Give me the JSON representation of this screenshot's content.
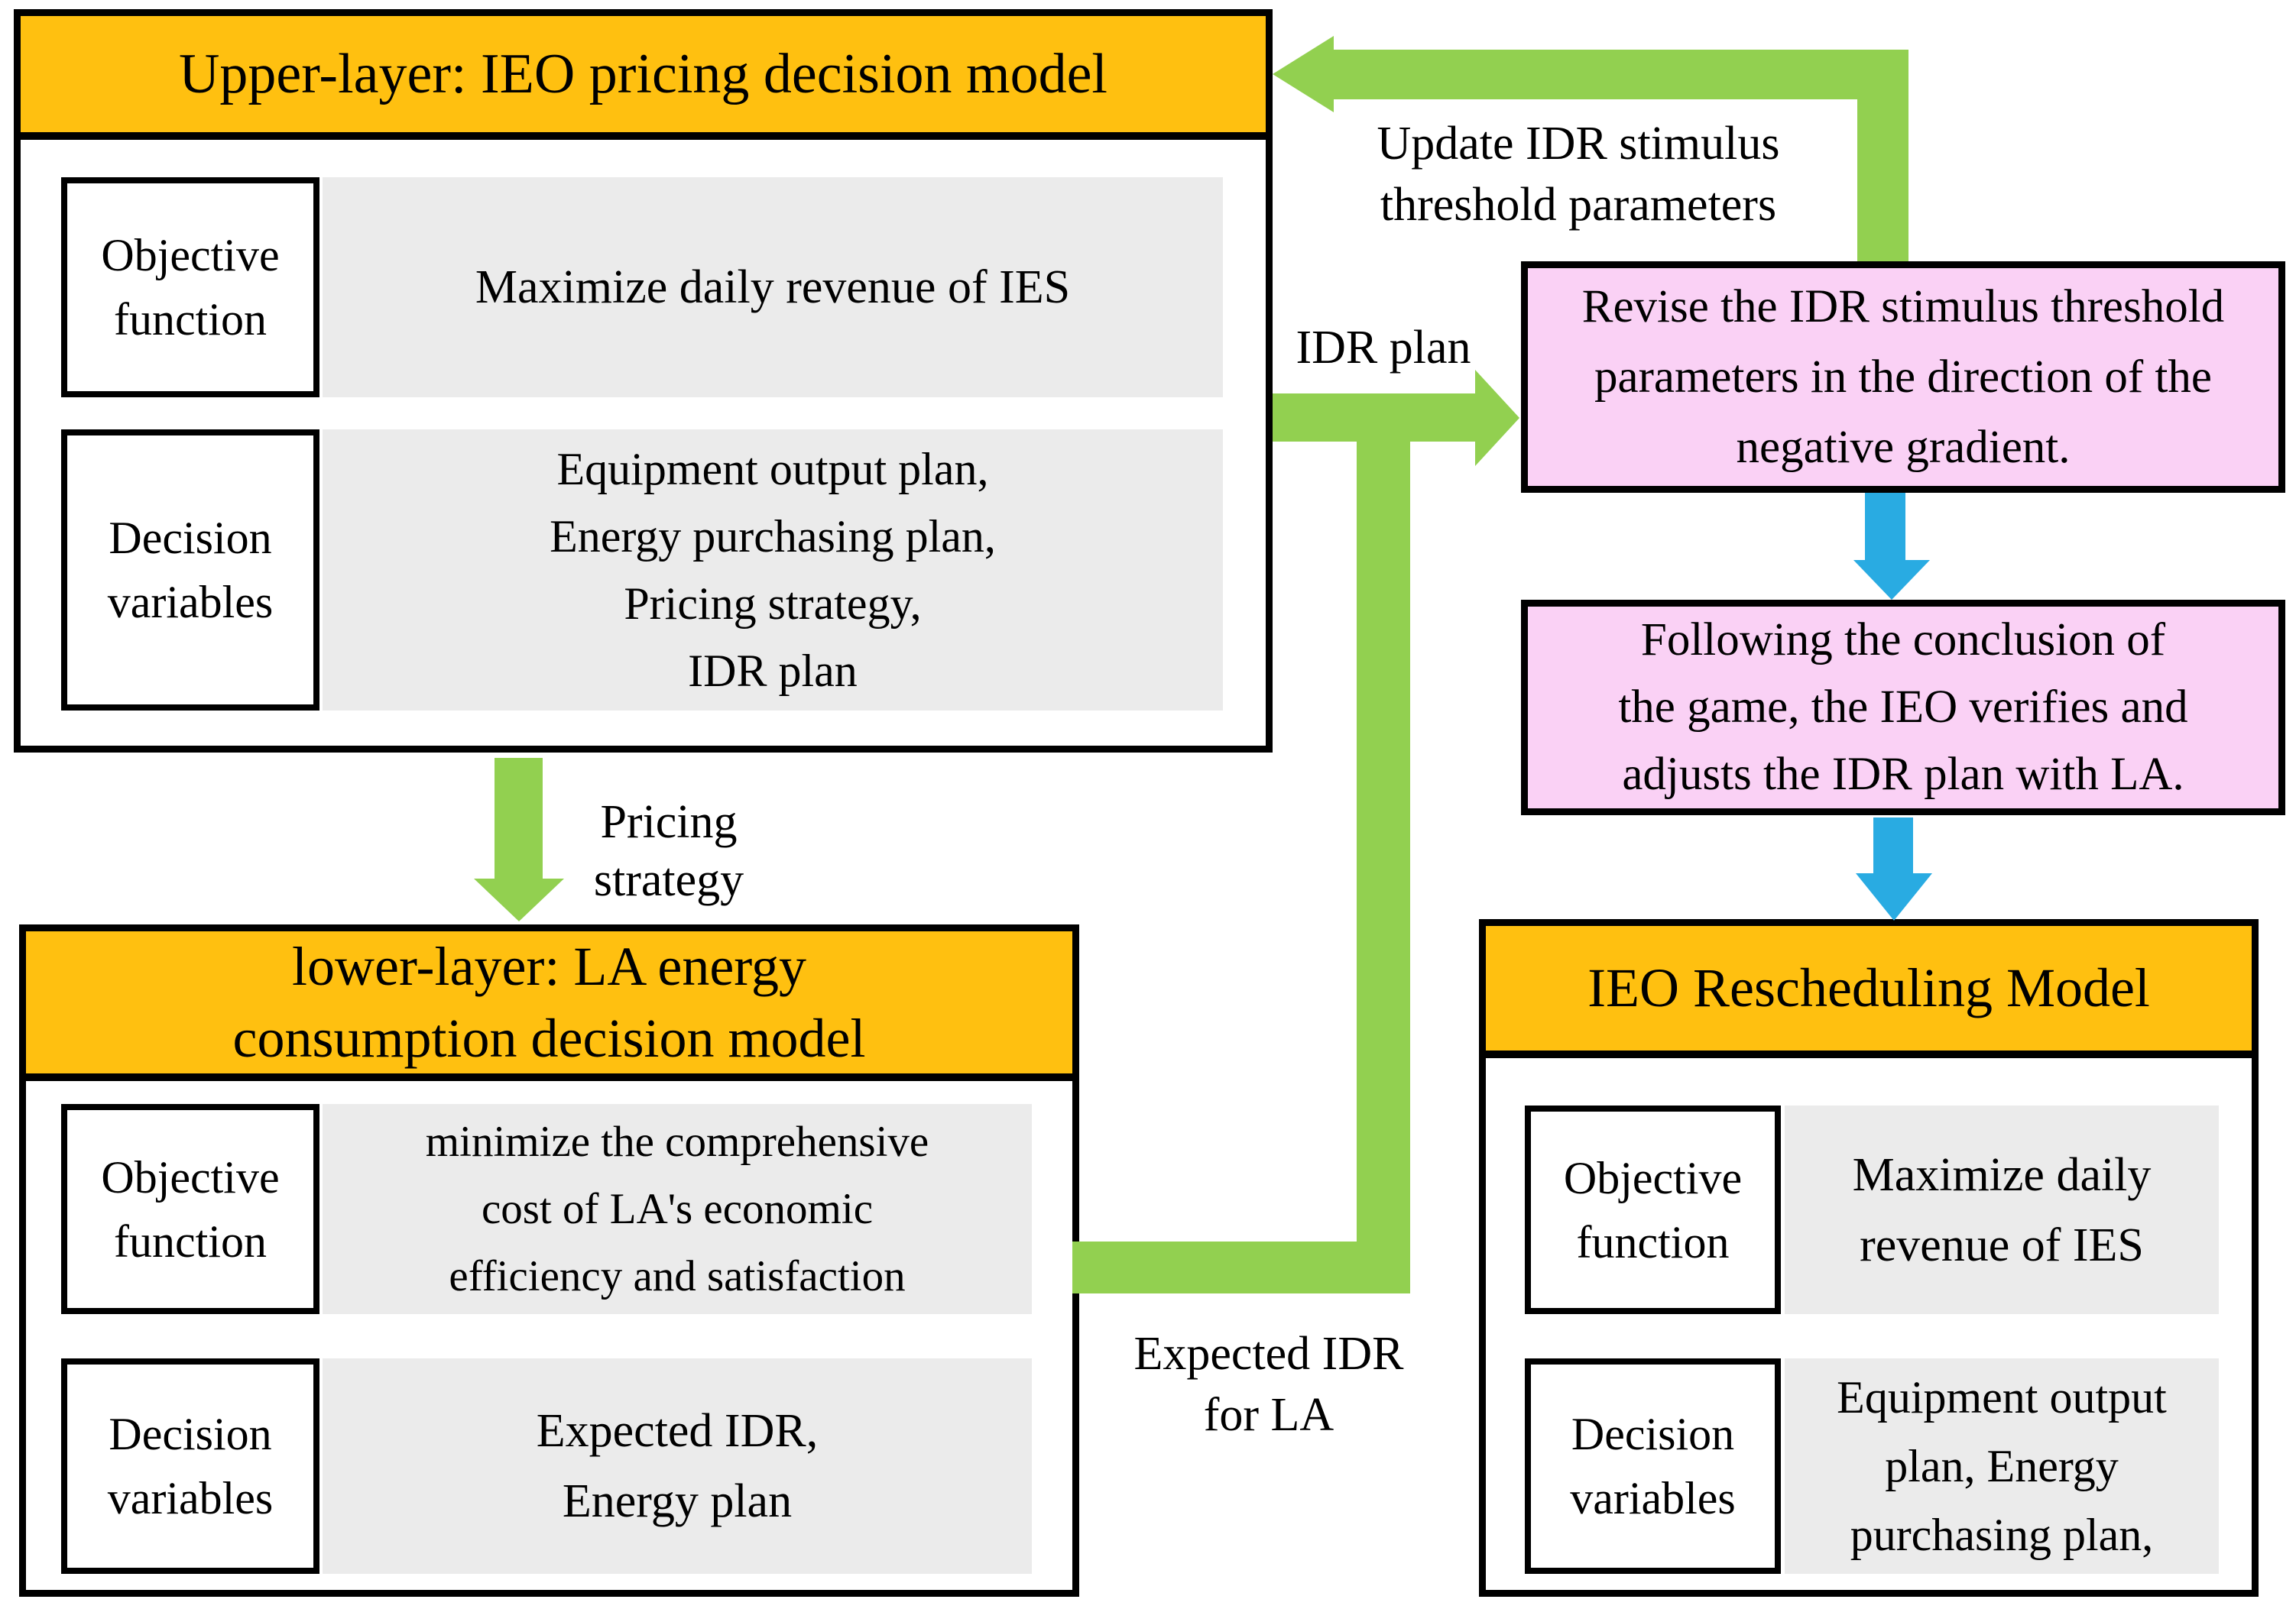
{
  "colors": {
    "header_orange": "#FFC010",
    "cell_gray": "#EBEBEB",
    "pink": "#FAD1F5",
    "arrow_green": "#92D050",
    "arrow_blue": "#29ABE2",
    "border_black": "#000000"
  },
  "upper_box": {
    "title": "Upper-layer: IEO pricing decision model",
    "objective_label": "Objective\nfunction",
    "objective_text": "Maximize daily revenue of IES",
    "decision_label": "Decision\nvariables",
    "decision_text": "Equipment output plan,\nEnergy purchasing plan,\nPricing strategy,\nIDR plan"
  },
  "lower_box": {
    "title": "lower-layer: LA energy\nconsumption decision model",
    "objective_label": "Objective\nfunction",
    "objective_text": "minimize the comprehensive\ncost of LA's economic\nefficiency and satisfaction",
    "decision_label": "Decision\nvariables",
    "decision_text": "Expected IDR,\nEnergy plan"
  },
  "resched_box": {
    "title": "IEO Rescheduling Model",
    "objective_label": "Objective\nfunction",
    "objective_text": "Maximize daily\nrevenue of IES",
    "decision_label": "Decision\nvariables",
    "decision_text": "Equipment output\nplan, Energy\npurchasing plan,"
  },
  "pink_boxes": {
    "revise": "Revise the IDR stimulus threshold\nparameters in the direction of the\nnegative gradient.",
    "following": "Following the conclusion of\nthe game, the IEO verifies and\nadjusts the IDR plan with LA."
  },
  "flow_labels": {
    "update": "Update IDR stimulus\nthreshold parameters",
    "idr_plan": "IDR plan",
    "pricing_strategy": "Pricing\nstrategy",
    "expected_idr": "Expected IDR\nfor LA"
  }
}
